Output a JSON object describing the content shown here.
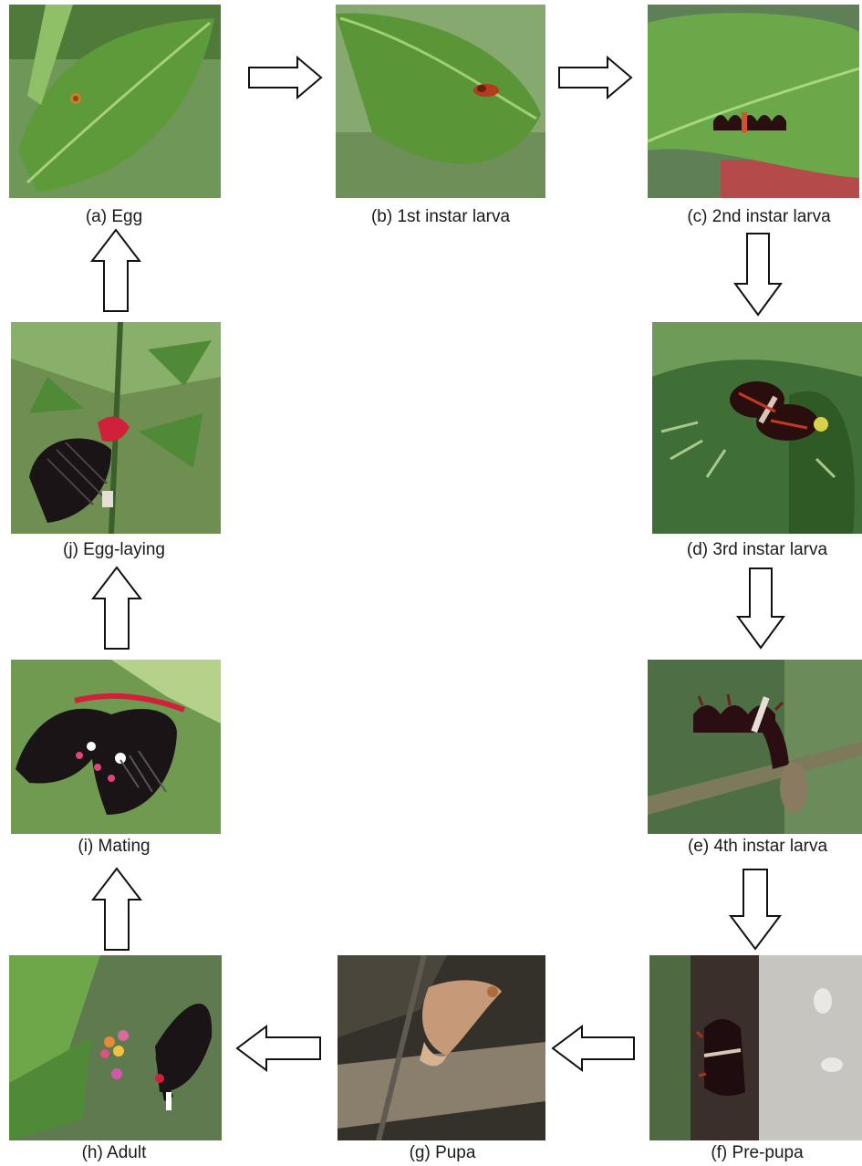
{
  "stages": [
    {
      "id": "a",
      "caption": "(a) Egg"
    },
    {
      "id": "b",
      "caption": "(b) 1st instar larva"
    },
    {
      "id": "c",
      "caption": "(c) 2nd instar larva"
    },
    {
      "id": "d",
      "caption": "(d) 3rd instar larva"
    },
    {
      "id": "e",
      "caption": "(e) 4th instar larva"
    },
    {
      "id": "f",
      "caption": "(f) Pre-pupa"
    },
    {
      "id": "g",
      "caption": "(g) Pupa"
    },
    {
      "id": "h",
      "caption": "(h) Adult"
    },
    {
      "id": "i",
      "caption": "(i) Mating"
    },
    {
      "id": "j",
      "caption": "(j) Egg-laying"
    }
  ],
  "flow": [
    "a",
    "b",
    "c",
    "d",
    "e",
    "f",
    "g",
    "h",
    "i",
    "j",
    "a"
  ],
  "colors": {
    "leaf": "#5f9a3c",
    "leaf_dark": "#2f5f1f",
    "foliage_bg": "#7fa866",
    "larva": "#2a0d0d",
    "larva_red": "#c2361f",
    "butterfly": "#1b1416",
    "butterfly_red": "#d1203a",
    "pupa": "#c69a78",
    "bark": "#3d302a",
    "arrow_stroke": "#111111"
  }
}
